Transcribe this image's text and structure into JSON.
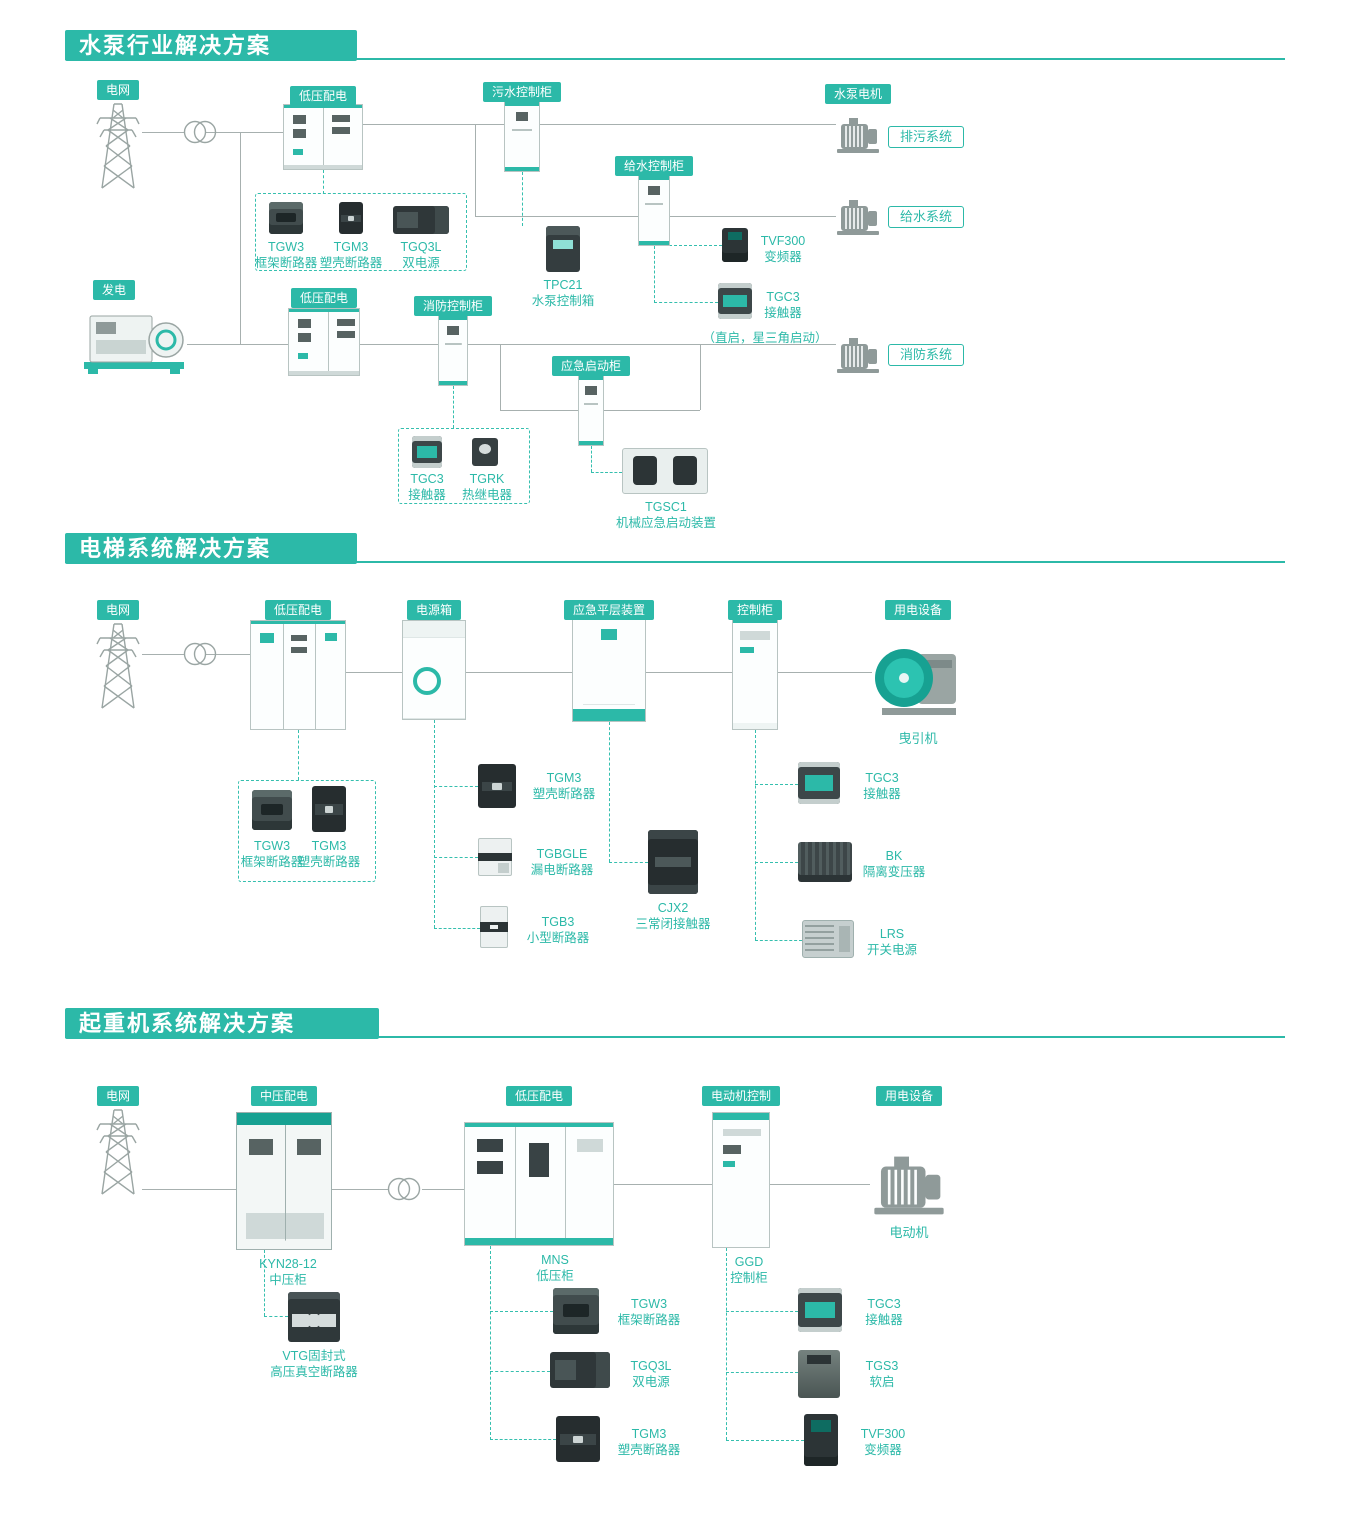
{
  "theme": {
    "accent": "#2cb9a8",
    "line_gray": "#a7b0af"
  },
  "s1": {
    "title": "水泵行业解决方案",
    "nodes": {
      "grid": "电网",
      "lv1": "低压配电",
      "sewage": "污水控制柜",
      "supply": "给水控制柜",
      "pump_motor": "水泵电机",
      "gen": "发电",
      "lv2": "低压配电",
      "fire": "消防控制柜",
      "emergency": "应急启动柜"
    },
    "systems": {
      "drain": "排污系统",
      "water": "给水系统",
      "fire": "消防系统"
    },
    "products": {
      "tgw3": {
        "name": "TGW3",
        "desc": "框架断路器"
      },
      "tgm3": {
        "name": "TGM3",
        "desc": "塑壳断路器"
      },
      "tgq3l": {
        "name": "TGQ3L",
        "desc": "双电源"
      },
      "tpc21": {
        "name": "TPC21",
        "desc": "水泵控制箱"
      },
      "tvf300": {
        "name": "TVF300",
        "desc": "变频器"
      },
      "tgc3_start": {
        "name": "TGC3",
        "desc": "接触器"
      },
      "tgc3_fire": {
        "name": "TGC3",
        "desc": "接触器"
      },
      "tgrk": {
        "name": "TGRK",
        "desc": "热继电器"
      },
      "tgsc1": {
        "name": "TGSC1",
        "desc": "机械应急启动装置"
      }
    },
    "note": "（直启，星三角启动）"
  },
  "s2": {
    "title": "电梯系统解决方案",
    "nodes": {
      "grid": "电网",
      "lv": "低压配电",
      "powerbox": "电源箱",
      "leveler": "应急平层装置",
      "control": "控制柜",
      "load": "用电设备",
      "traction": "曳引机"
    },
    "products": {
      "tgw3": {
        "name": "TGW3",
        "desc": "框架断路器"
      },
      "tgm3_box": {
        "name": "TGM3",
        "desc": "塑壳断路器"
      },
      "tgm3": {
        "name": "TGM3",
        "desc": "塑壳断路器"
      },
      "tgbgle": {
        "name": "TGBGLE",
        "desc": "漏电断路器"
      },
      "tgb3": {
        "name": "TGB3",
        "desc": "小型断路器"
      },
      "cjx2": {
        "name": "CJX2",
        "desc": "三常闭接触器"
      },
      "tgc3": {
        "name": "TGC3",
        "desc": "接触器"
      },
      "bk": {
        "name": "BK",
        "desc": "隔离变压器"
      },
      "lrs": {
        "name": "LRS",
        "desc": "开关电源"
      }
    }
  },
  "s3": {
    "title": "起重机系统解决方案",
    "nodes": {
      "grid": "电网",
      "mv": "中压配电",
      "lv": "低压配电",
      "mc": "电动机控制",
      "load": "用电设备",
      "kyn_name": "KYN28-12",
      "kyn_desc": "中压柜",
      "mns_name": "MNS",
      "mns_desc": "低压柜",
      "ggd_name": "GGD",
      "ggd_desc": "控制柜",
      "motor": "电动机"
    },
    "products": {
      "vtg": {
        "name": "VTG固封式",
        "desc": "高压真空断路器"
      },
      "tgw3": {
        "name": "TGW3",
        "desc": "框架断路器"
      },
      "tgq3l": {
        "name": "TGQ3L",
        "desc": "双电源"
      },
      "tgm3": {
        "name": "TGM3",
        "desc": "塑壳断路器"
      },
      "tgc3": {
        "name": "TGC3",
        "desc": "接触器"
      },
      "tgs3": {
        "name": "TGS3",
        "desc": "软启"
      },
      "tvf300": {
        "name": "TVF300",
        "desc": "变频器"
      }
    }
  }
}
